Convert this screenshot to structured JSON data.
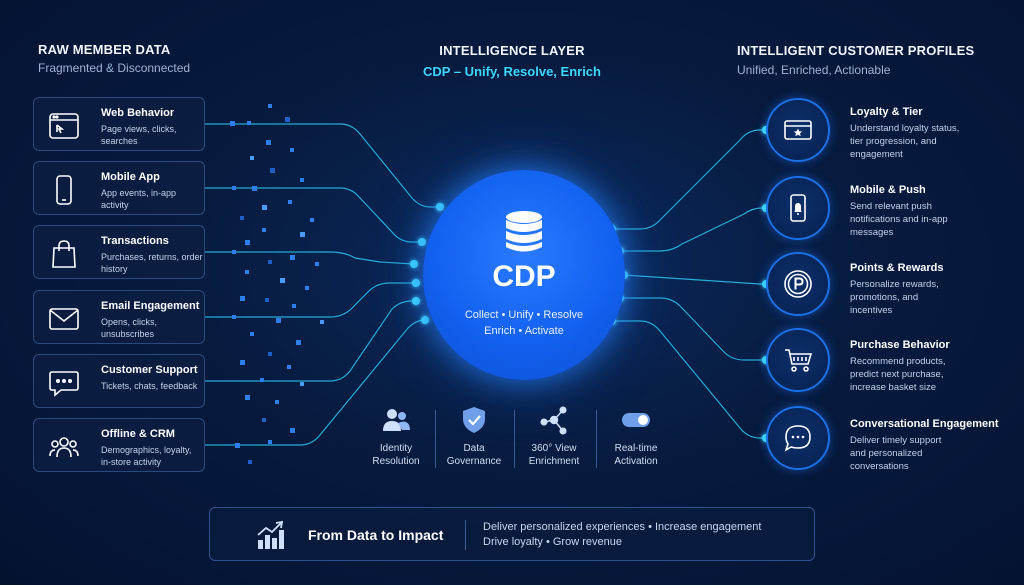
{
  "left_column": {
    "title": "RAW MEMBER DATA",
    "subtitle": "Fragmented & Disconnected",
    "sources": [
      {
        "title": "Web Behavior",
        "desc": "Page views, clicks, searches",
        "icon": "browser-window-icon"
      },
      {
        "title": "Mobile App",
        "desc": "App events, in-app activity",
        "icon": "smartphone-icon"
      },
      {
        "title": "Transactions",
        "desc": "Purchases, returns, order history",
        "icon": "shopping-bag-icon"
      },
      {
        "title": "Email Engagement",
        "desc": "Opens, clicks, unsubscribes",
        "icon": "envelope-icon"
      },
      {
        "title": "Customer Support",
        "desc": "Tickets, chats, feedback",
        "icon": "chat-bubble-icon"
      },
      {
        "title": "Offline & CRM",
        "desc": "Demographics, loyalty, in-store activity",
        "icon": "people-group-icon"
      }
    ]
  },
  "middle": {
    "title": "INTELLIGENCE LAYER",
    "subtitle": "CDP – Unify, Resolve, Enrich",
    "hub_title": "CDP",
    "hub_line1": "Collect • Unify • Resolve",
    "hub_line2": "Enrich • Activate",
    "hub_icon": "database-icon",
    "features": [
      {
        "line1": "Identity",
        "line2": "Resolution",
        "icon": "users-icon"
      },
      {
        "line1": "Data",
        "line2": "Governance",
        "icon": "shield-check-icon"
      },
      {
        "line1": "360° View",
        "line2": "Enrichment",
        "icon": "network-nodes-icon"
      },
      {
        "line1": "Real-time",
        "line2": "Activation",
        "icon": "toggle-icon"
      }
    ]
  },
  "right_column": {
    "title": "INTELLIGENT CUSTOMER PROFILES",
    "subtitle": "Unified, Enriched, Actionable",
    "profiles": [
      {
        "title": "Loyalty & Tier",
        "lines": [
          "Understand loyalty status,",
          "tier progression, and",
          "engagement"
        ],
        "icon": "loyalty-card-icon"
      },
      {
        "title": "Mobile & Push",
        "lines": [
          "Send relevant push",
          "notifications and in-app",
          "messages"
        ],
        "icon": "phone-bell-icon"
      },
      {
        "title": "Points & Rewards",
        "lines": [
          "Personalize rewards,",
          "promotions, and",
          "incentives"
        ],
        "icon": "points-coin-icon"
      },
      {
        "title": "Purchase Behavior",
        "lines": [
          "Recommend products,",
          "predict next purchase,",
          "increase basket size"
        ],
        "icon": "shopping-cart-icon"
      },
      {
        "title": "Conversational Engagement",
        "lines": [
          "Deliver timely support",
          "and personalized",
          "conversations"
        ],
        "icon": "chat-icon"
      }
    ]
  },
  "banner": {
    "title": "From Data to Impact",
    "line1": "Deliver personalized experiences  •  Increase engagement",
    "line2": "Drive loyalty  •  Grow revenue",
    "icon": "growth-chart-icon"
  },
  "colors": {
    "accent_cyan": "#3fd6ff",
    "hub_blue": "#1361f0",
    "background": "#061a3d"
  }
}
